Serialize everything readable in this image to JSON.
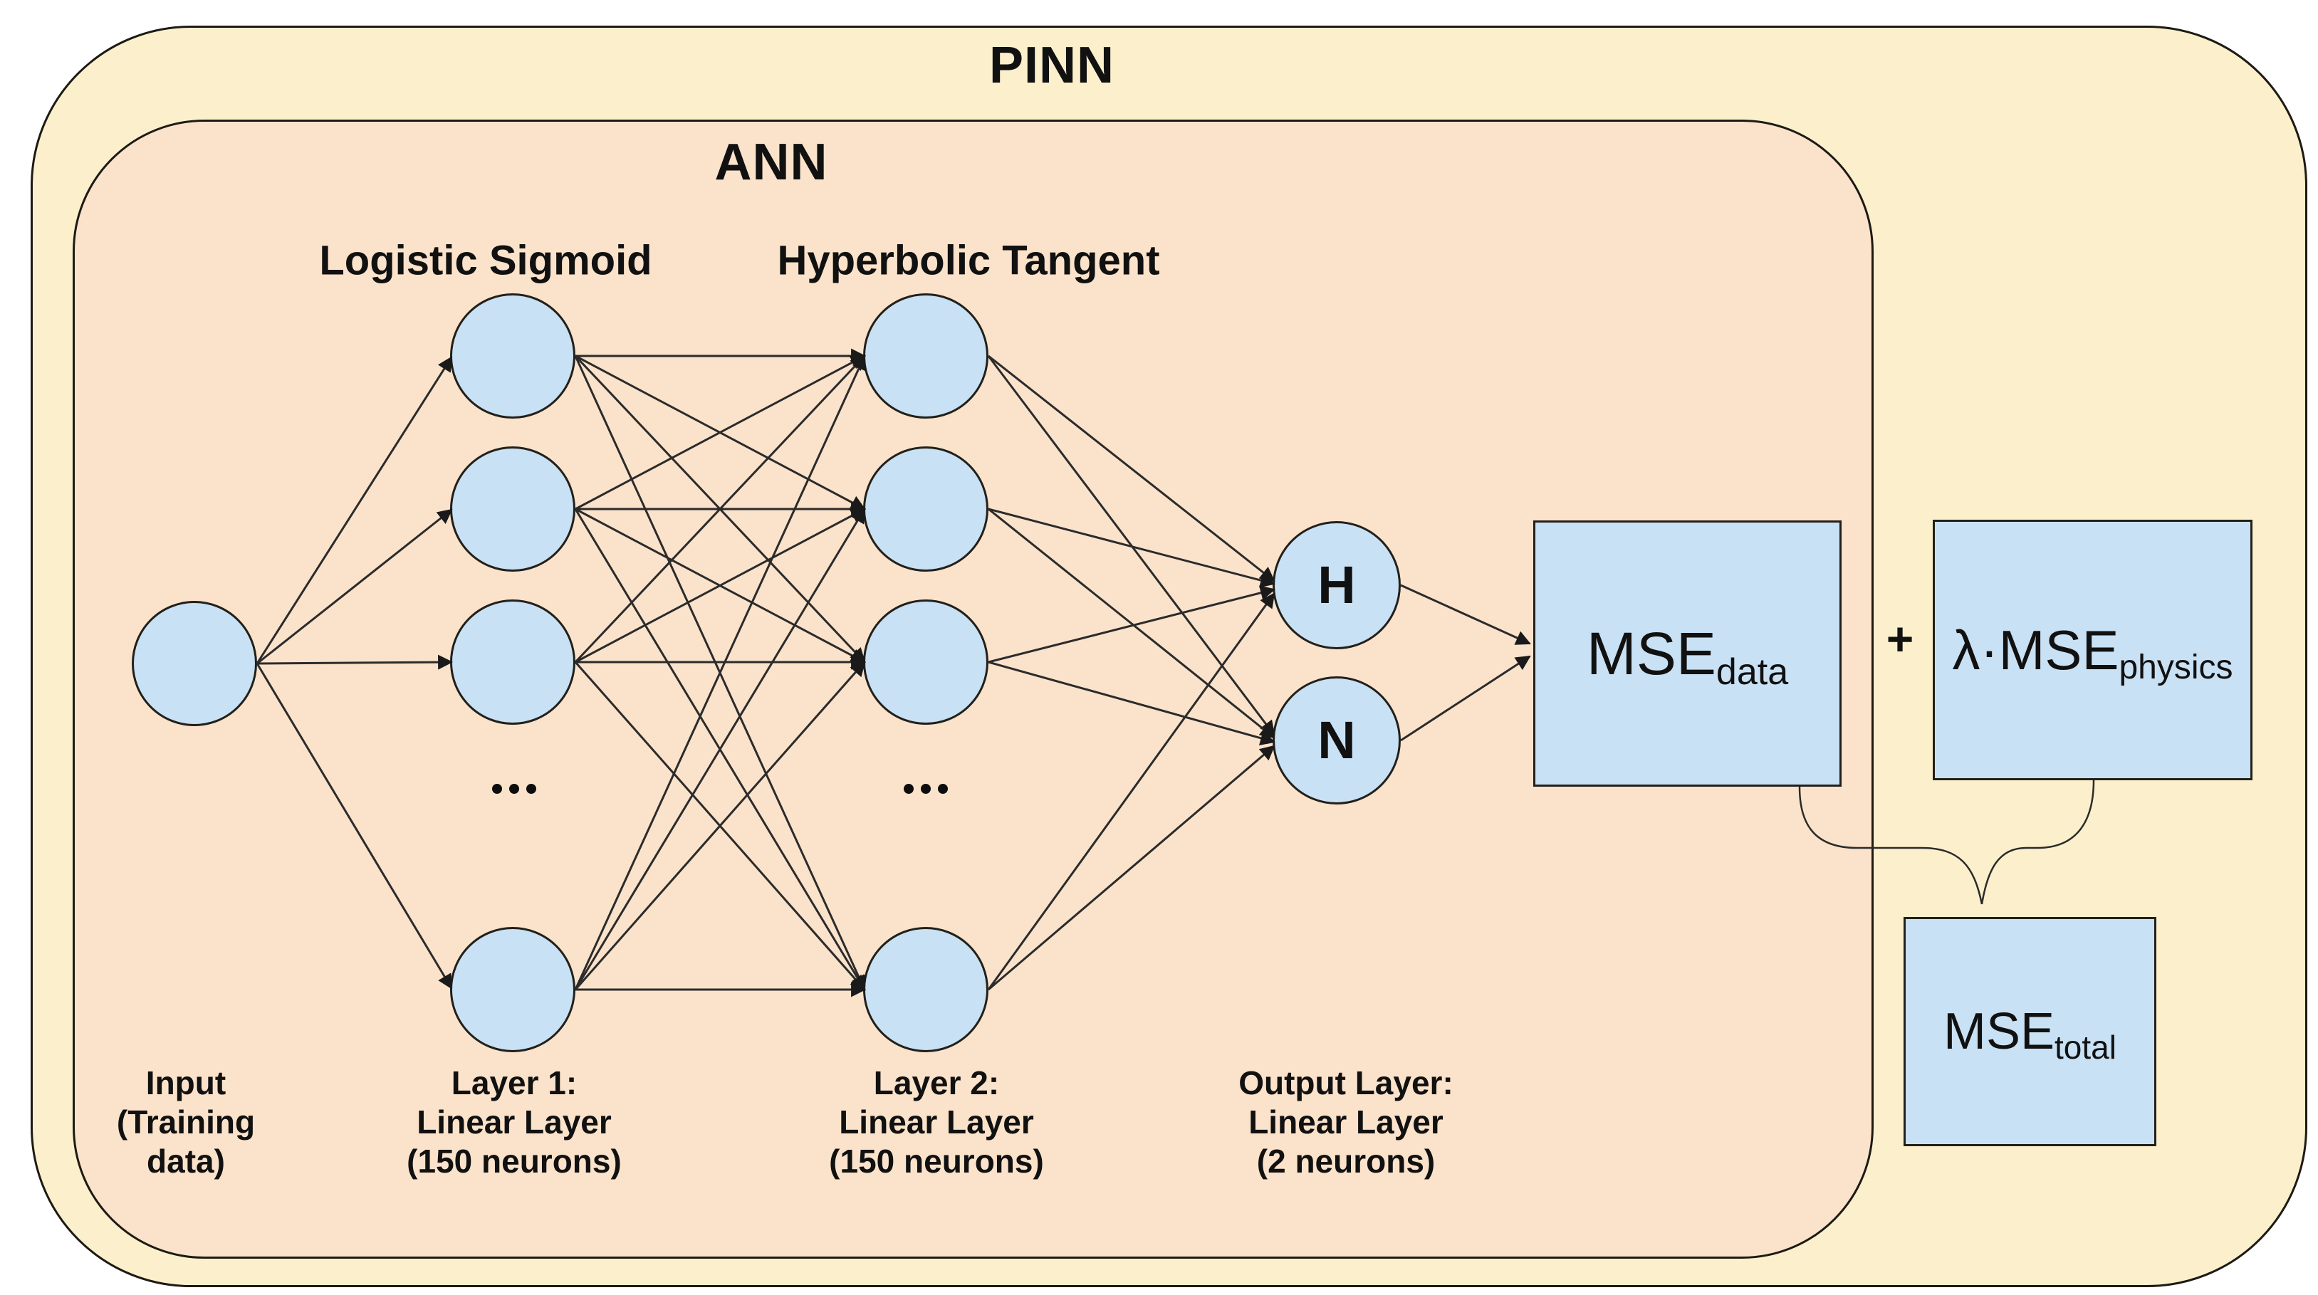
{
  "diagram_title": "PINN",
  "outer_group_label": "PINN",
  "inner_group_label": "ANN",
  "activation_headers": {
    "layer1": "Logistic Sigmoid",
    "layer2": "Hyperbolic Tangent"
  },
  "output_nodes": {
    "h": "H",
    "n": "N"
  },
  "operator": {
    "plus": "+"
  },
  "loss_boxes": {
    "mse_data": {
      "main": "MSE",
      "sub": "data"
    },
    "mse_physics": {
      "main": "λ·MSE",
      "sub": "physics"
    },
    "mse_total": {
      "main": "MSE",
      "sub": "total"
    }
  },
  "captions": {
    "input": {
      "line1": "Input",
      "line2": "(Training",
      "line3": "data)"
    },
    "layer1": {
      "line1": "Layer 1:",
      "line2": "Linear Layer",
      "line3": "(150 neurons)"
    },
    "layer2": {
      "line1": "Layer 2:",
      "line2": "Linear Layer",
      "line3": "(150 neurons)"
    },
    "output": {
      "line1": "Output Layer:",
      "line2": "Linear Layer",
      "line3": "(2 neurons)"
    }
  },
  "network_structure": {
    "input_neurons_shown": 1,
    "hidden_layer1_neurons_shown": 4,
    "hidden_layer1_total_neurons": 150,
    "hidden_layer2_neurons_shown": 4,
    "hidden_layer2_total_neurons": 150,
    "output_neurons": 2
  },
  "colors": {
    "outer_fill": "#FCF0CC",
    "inner_fill": "#FBE3CB",
    "node_fill": "#C9E1F4",
    "stroke": "#1d1a14",
    "edge_line": "#2b2b2b",
    "text": "#111111"
  }
}
